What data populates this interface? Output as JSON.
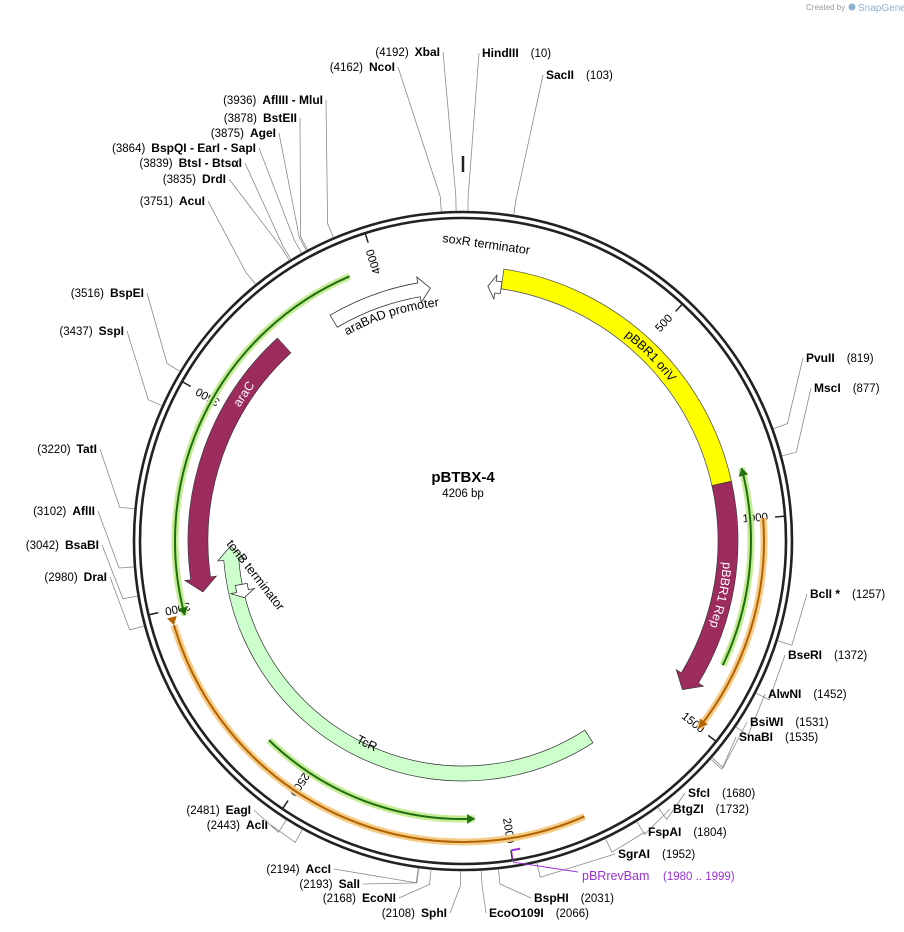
{
  "credit": {
    "prefix": "Created by",
    "brand": "SnapGene"
  },
  "plasmid": {
    "name": "pBTBX-4",
    "size_label": "4206 bp",
    "length": 4206
  },
  "ticks": [
    {
      "pos": 500,
      "label": "500"
    },
    {
      "pos": 1000,
      "label": "1000"
    },
    {
      "pos": 1500,
      "label": "1500"
    },
    {
      "pos": 2000,
      "label": "2000"
    },
    {
      "pos": 2500,
      "label": "2500"
    },
    {
      "pos": 3000,
      "label": "3000"
    },
    {
      "pos": 3500,
      "label": "3500"
    },
    {
      "pos": 4000,
      "label": "4000"
    }
  ],
  "sites": [
    {
      "name": "HindIII",
      "pos": "(10)",
      "bp": 10
    },
    {
      "name": "SacII",
      "pos": "(103)",
      "bp": 103
    },
    {
      "name": "PvuII",
      "pos": "(819)",
      "bp": 819
    },
    {
      "name": "MscI",
      "pos": "(877)",
      "bp": 877
    },
    {
      "name": "BclI *",
      "pos": "(1257)",
      "bp": 1257
    },
    {
      "name": "BseRI",
      "pos": "(1372)",
      "bp": 1372
    },
    {
      "name": "AlwNI",
      "pos": "(1452)",
      "bp": 1452
    },
    {
      "name": "BsiWI",
      "pos": "(1531)",
      "bp": 1531
    },
    {
      "name": "SnaBI",
      "pos": "(1535)",
      "bp": 1535
    },
    {
      "name": "SfcI",
      "pos": "(1680)",
      "bp": 1680
    },
    {
      "name": "BtgZI",
      "pos": "(1732)",
      "bp": 1732
    },
    {
      "name": "FspAI",
      "pos": "(1804)",
      "bp": 1804
    },
    {
      "name": "SgrAI",
      "pos": "(1952)",
      "bp": 1952
    },
    {
      "name": "BspHI",
      "pos": "(2031)",
      "bp": 2031
    },
    {
      "name": "EcoO109I",
      "pos": "(2066)",
      "bp": 2066
    },
    {
      "name": "SphI",
      "pos": "(2108)",
      "bp": 2108
    },
    {
      "name": "EcoNI",
      "pos": "(2168)",
      "bp": 2168
    },
    {
      "name": "SalI",
      "pos": "(2193)",
      "bp": 2193
    },
    {
      "name": "AccI",
      "pos": "(2194)",
      "bp": 2194
    },
    {
      "name": "AclI",
      "pos": "(2443)",
      "bp": 2443
    },
    {
      "name": "EagI",
      "pos": "(2481)",
      "bp": 2481
    },
    {
      "name": "DraI",
      "pos": "(2980)",
      "bp": 2980
    },
    {
      "name": "BsaBI",
      "pos": "(3042)",
      "bp": 3042
    },
    {
      "name": "AflII",
      "pos": "(3102)",
      "bp": 3102
    },
    {
      "name": "TatI",
      "pos": "(3220)",
      "bp": 3220
    },
    {
      "name": "SspI",
      "pos": "(3437)",
      "bp": 3437
    },
    {
      "name": "BspEI",
      "pos": "(3516)",
      "bp": 3516
    },
    {
      "name": "AcuI",
      "pos": "(3751)",
      "bp": 3751
    },
    {
      "name": "DrdI",
      "pos": "(3835)",
      "bp": 3835
    },
    {
      "name": "BtsI - BtsαI",
      "pos": "(3839)",
      "bp": 3839
    },
    {
      "name": "BspQI - EarI - SapI",
      "pos": "(3864)",
      "bp": 3864
    },
    {
      "name": "AgeI",
      "pos": "(3875)",
      "bp": 3875
    },
    {
      "name": "BstEII",
      "pos": "(3878)",
      "bp": 3878
    },
    {
      "name": "AflIII - MluI",
      "pos": "(3936)",
      "bp": 3936
    },
    {
      "name": "NcoI",
      "pos": "(4162)",
      "bp": 4162
    },
    {
      "name": "XbaI",
      "pos": "(4192)",
      "bp": 4192
    }
  ],
  "primer": {
    "name": "pBRrevBam",
    "range": "(1980 .. 1999)",
    "color": "#9b30d9"
  },
  "features": {
    "pbbr1_oriv": {
      "label": "pBBR1 oriV",
      "color": "#ffff00"
    },
    "pbbr1_rep": {
      "label": "pBBR1 Rep",
      "color": "#9c2c5e"
    },
    "arac": {
      "label": "araC",
      "color": "#9c2c5e"
    },
    "tcr": {
      "label": "TcR",
      "color": "#ccffcc"
    },
    "arabad_promoter": {
      "label": "araBAD promoter",
      "color": "#ffffff"
    },
    "soxr_terminator": {
      "label": "soxR terminator",
      "color": "#ffffff"
    },
    "tonb_terminator": {
      "label": "tonB terminator",
      "color": "#ffffff"
    }
  },
  "colors": {
    "orf_green": "#1f6f10",
    "orf_glow": "#c6ec96",
    "orf_orange": "#b36200",
    "orf_orange_glow": "#f5cc88",
    "backbone": "#222222"
  }
}
